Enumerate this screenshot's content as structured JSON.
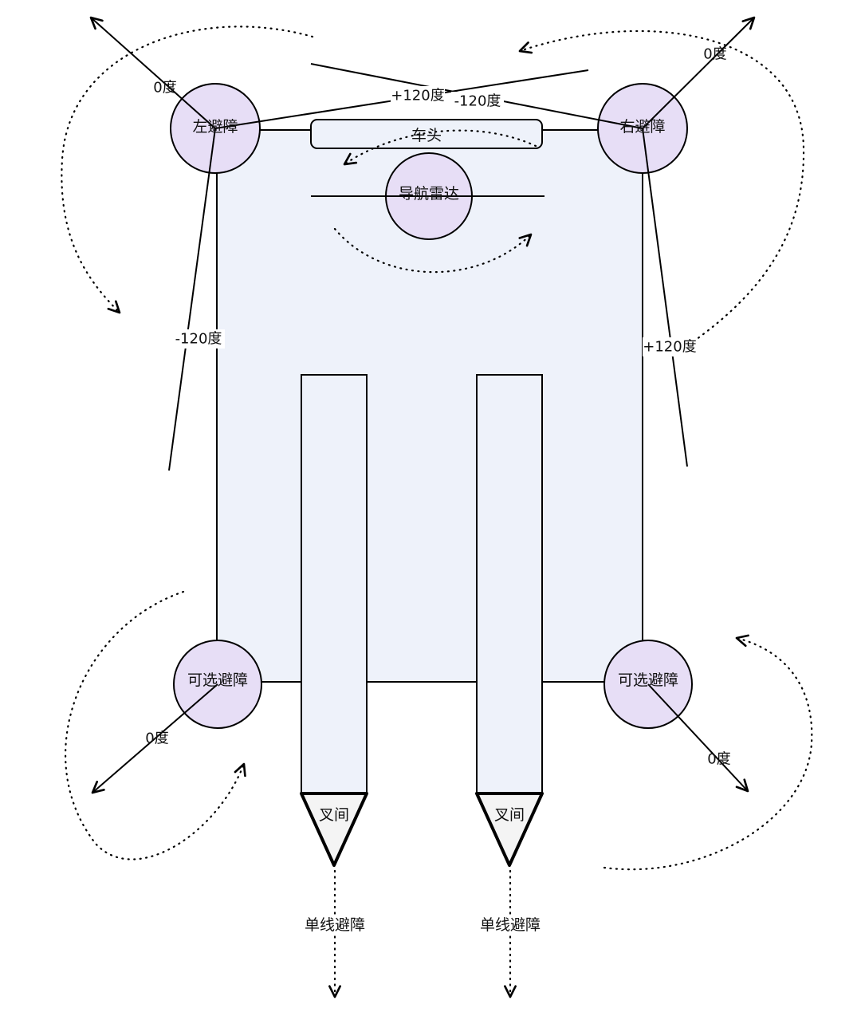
{
  "diagram": {
    "vehicle": {
      "head_label": "车头",
      "radar_label": "导航雷达"
    },
    "sensors": {
      "left": "左避障",
      "right": "右避障",
      "rear_left": "可选避障",
      "rear_right": "可选避障"
    },
    "forks": {
      "left_tip_label": "叉间",
      "right_tip_label": "叉间",
      "left_beam_label": "单线避障",
      "right_beam_label": "单线避障"
    },
    "angles": {
      "left_zero": "0度",
      "right_zero": "0度",
      "rear_left_zero": "0度",
      "rear_right_zero": "0度",
      "top_plus": "+120度",
      "top_minus": "-120度",
      "left_minus": "-120度",
      "right_plus": "+120度"
    },
    "colors": {
      "body_fill": "#eef2fa",
      "circle_fill": "#e7def6",
      "tip_fill": "#f4f4f4",
      "stroke": "#000000"
    }
  }
}
